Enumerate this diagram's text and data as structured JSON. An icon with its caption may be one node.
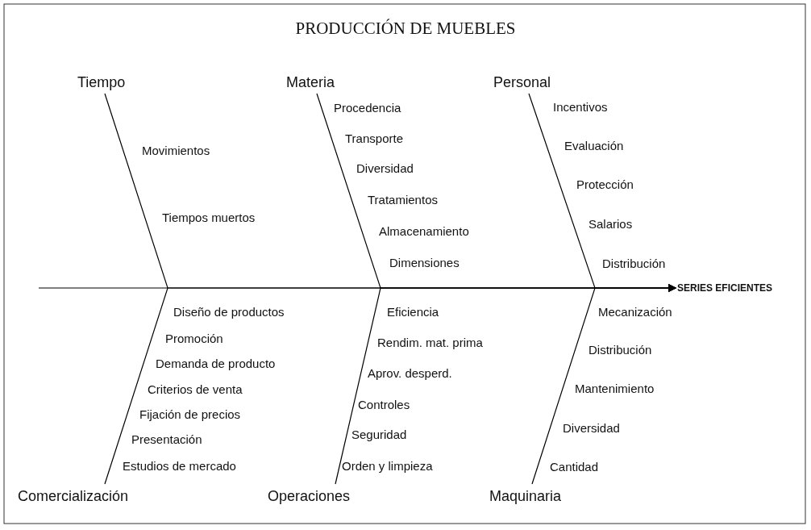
{
  "diagram": {
    "title": "PRODUCCIÓN DE MUEBLES",
    "nodes": [
      {
        "text": [
          "Tiempo"
        ]
      },
      {
        "text": [
          "Materia"
        ]
      },
      {
        "text": [
          "Personal"
        ]
      },
      {
        "text": [
          "Comercialización"
        ]
      },
      {
        "text": [
          "Operaciones"
        ]
      },
      {
        "text": [
          "Maquinaria"
        ]
      },
      {
        "text": [
          "SERIES EFICIENTES"
        ]
      }
    ],
    "edges": [
      {
        "from": 0,
        "to": 6,
        "arrow": "to"
      },
      {
        "from": 1,
        "to": 6,
        "arrow": "to"
      },
      {
        "from": 2,
        "to": 6,
        "arrow": "to"
      },
      {
        "from": 3,
        "to": 6,
        "arrow": "to"
      },
      {
        "from": 4,
        "to": 6,
        "arrow": "to"
      },
      {
        "from": 5,
        "to": 6,
        "arrow": "to"
      }
    ],
    "labels": [
      "Movimientos",
      "Tiempos muertos",
      "Procedencia",
      "Transporte",
      "Diversidad",
      "Tratamientos",
      "Almacenamiento",
      "Dimensiones",
      "Incentivos",
      "Evaluación",
      "Protección",
      "Salarios",
      "Distribución",
      "Diseño de productos",
      "Promoción",
      "Demanda de producto",
      "Criterios de venta",
      "Fijación de precios",
      "Presentación",
      "Estudios de mercado",
      "Eficiencia",
      "Rendim. mat. prima",
      "Aprov. desperd.",
      "Controles",
      "Seguridad",
      "Orden y limpieza",
      "Mecanización",
      "Distribución",
      "Mantenimiento",
      "Diversidad",
      "Cantidad"
    ]
  }
}
